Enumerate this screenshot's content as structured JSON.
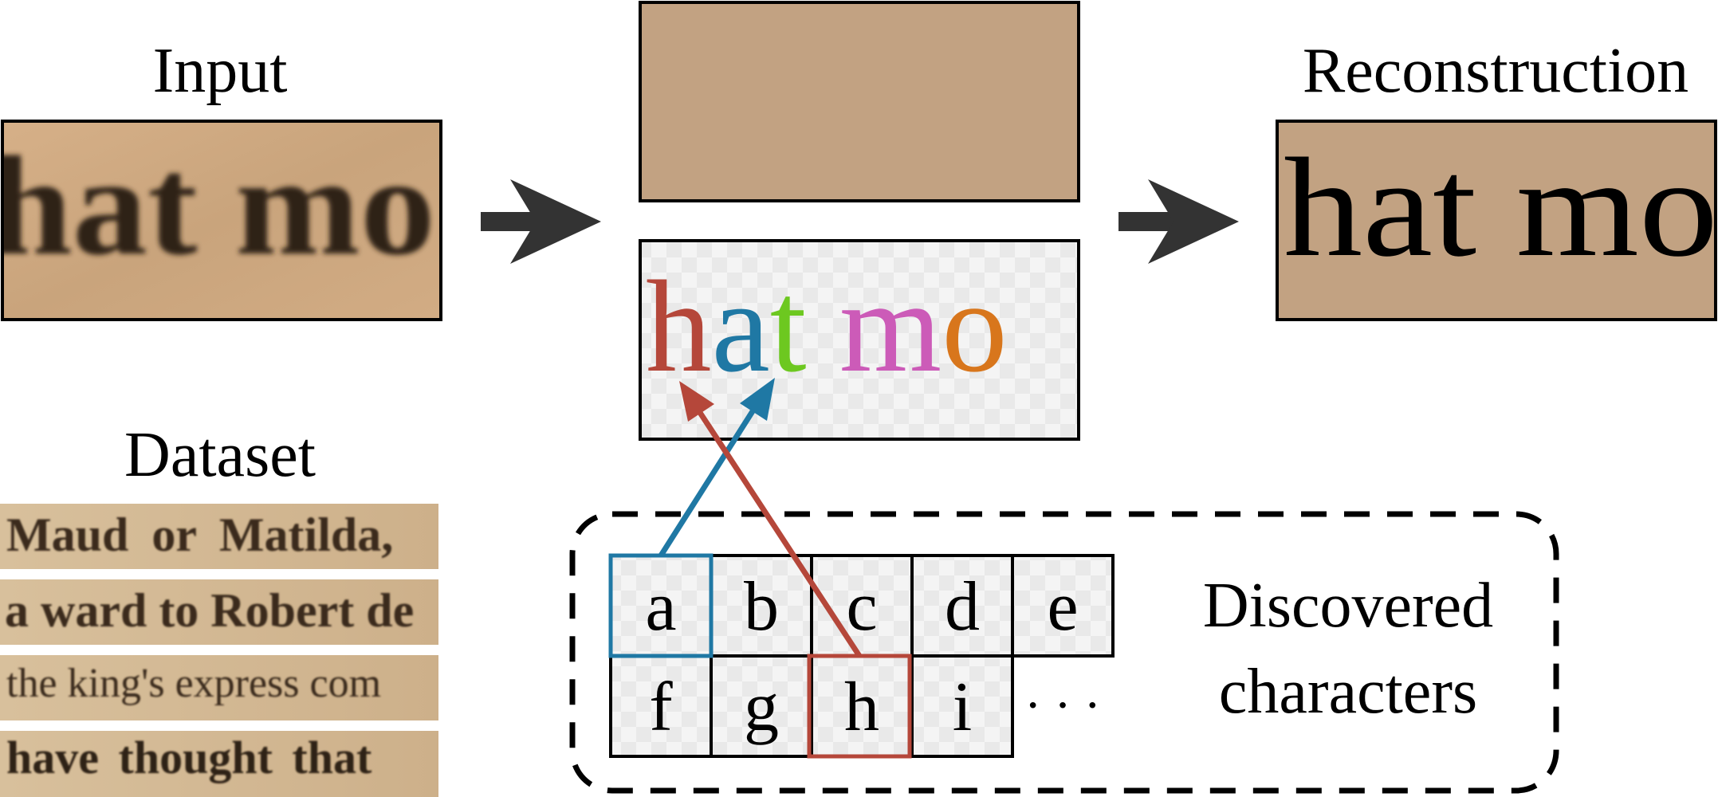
{
  "labels": {
    "input": "Input",
    "reconstruction": "Reconstruction",
    "dataset": "Dataset",
    "discovered_line1": "Discovered",
    "discovered_line2": "characters",
    "ellipsis": "· · ·"
  },
  "input_text": "hat mo",
  "reconstruction_text": "hat mo",
  "layer_letters": [
    {
      "char": "h",
      "color": "#b5473a"
    },
    {
      "char": "a",
      "color": "#1f78a4"
    },
    {
      "char": "t",
      "color": "#6dc820"
    },
    {
      "char": "m",
      "color": "#cc5bb8"
    },
    {
      "char": "o",
      "color": "#d8761c"
    }
  ],
  "dataset_lines": [
    "Maud or Matilda,",
    "a ward to Robert de",
    "the king's express com",
    "have thought that"
  ],
  "characters_row1": [
    "a",
    "b",
    "c",
    "d",
    "e"
  ],
  "characters_row2": [
    "f",
    "g",
    "h",
    "i"
  ],
  "colors": {
    "parchment": "#c4a382",
    "background_layer": "#c2a282",
    "a_highlight": "#1f78a4",
    "h_highlight": "#b5473a",
    "arrow": "#333333"
  }
}
